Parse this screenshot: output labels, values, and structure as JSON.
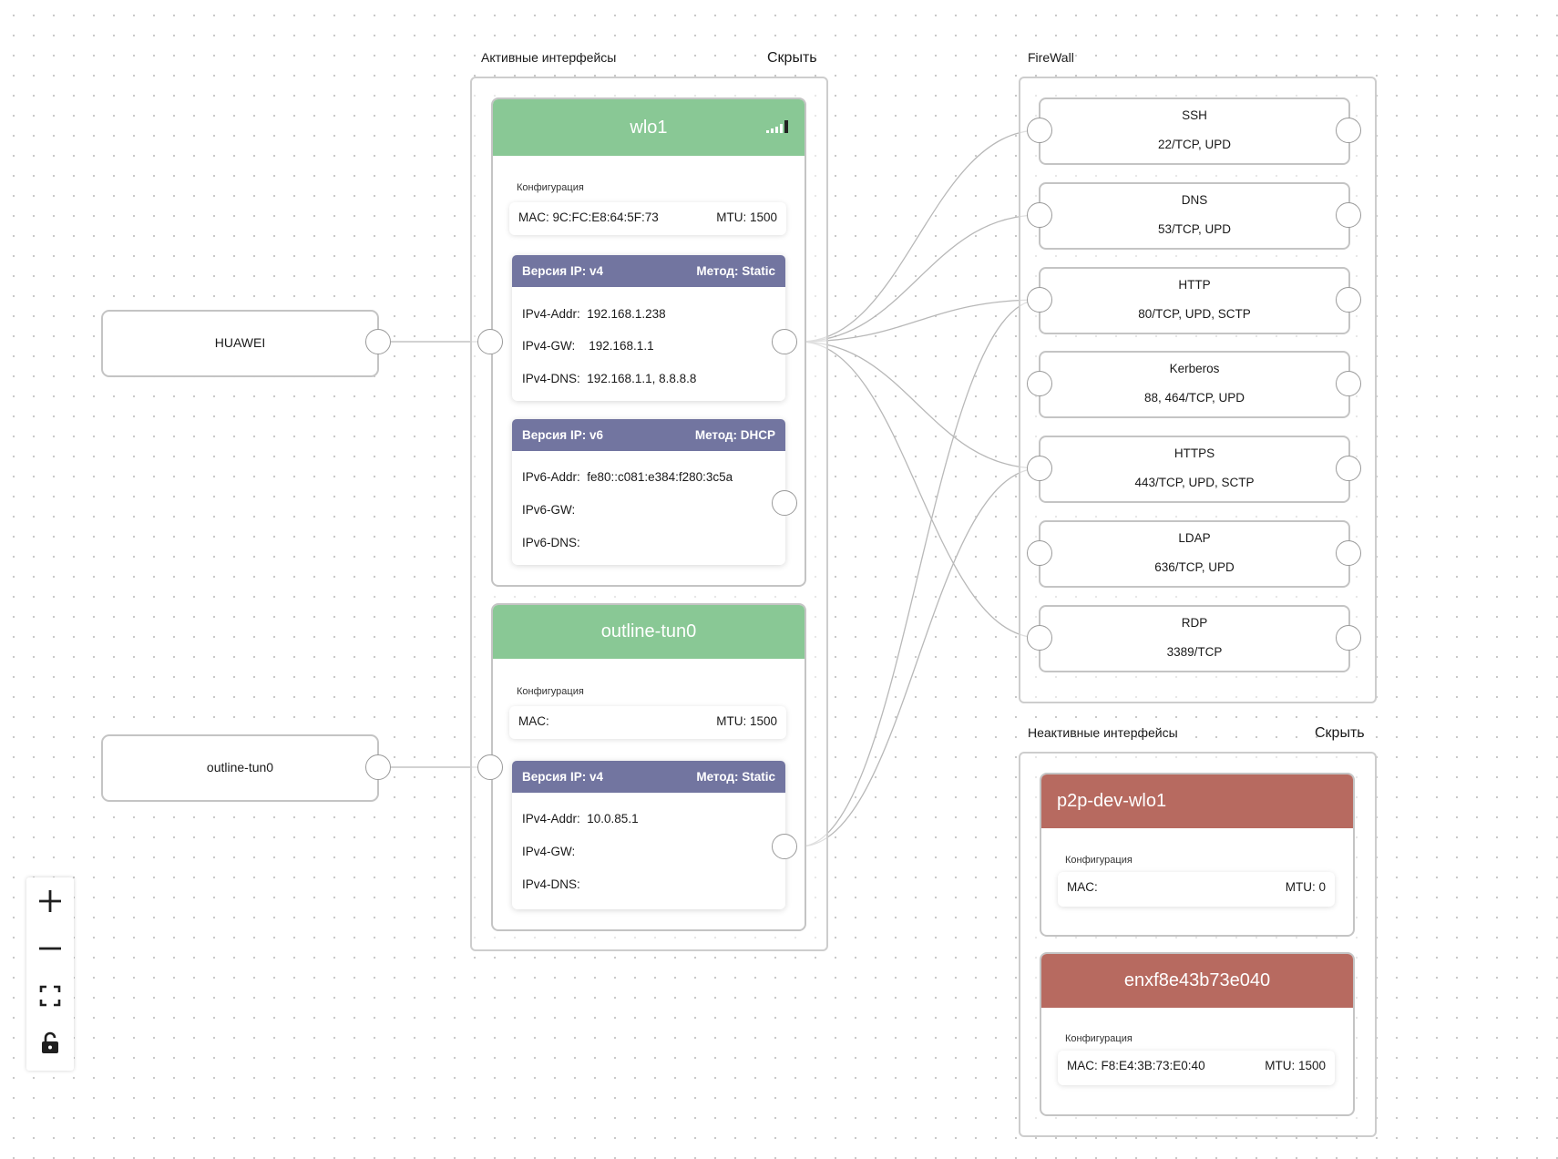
{
  "sources": {
    "huawei": "HUAWEI",
    "outline": "outline-tun0"
  },
  "active_group": {
    "title": "Активные интерфейсы",
    "hide_label": "Скрыть",
    "interfaces": [
      {
        "name": "wlo1",
        "signal_icon": "signal-bars-icon",
        "config_label": "Конфигурация",
        "mac": "MAC:  9C:FC:E8:64:5F:73",
        "mtu": "MTU:  1500",
        "ips": [
          {
            "version": "Версия IP:  v4",
            "method": "Метод:  Static",
            "lines": [
              "IPv4-Addr:  192.168.1.238",
              "IPv4-GW:    192.168.1.1",
              "IPv4-DNS:  192.168.1.1, 8.8.8.8"
            ]
          },
          {
            "version": "Версия IP:  v6",
            "method": "Метод:  DHCP",
            "lines": [
              "IPv6-Addr:  fe80::c081:e384:f280:3c5a",
              "IPv6-GW:",
              "IPv6-DNS:"
            ]
          }
        ]
      },
      {
        "name": "outline-tun0",
        "config_label": "Конфигурация",
        "mac": "MAC:",
        "mtu": "MTU:  1500",
        "ips": [
          {
            "version": "Версия IP:  v4",
            "method": "Метод:  Static",
            "lines": [
              "IPv4-Addr:  10.0.85.1",
              "IPv4-GW:",
              "IPv4-DNS:"
            ]
          }
        ]
      }
    ]
  },
  "firewall": {
    "title": "FireWall",
    "rules": [
      {
        "name": "SSH",
        "ports": "22/TCP, UPD"
      },
      {
        "name": "DNS",
        "ports": "53/TCP, UPD"
      },
      {
        "name": "HTTP",
        "ports": "80/TCP, UPD, SCTP"
      },
      {
        "name": "Kerberos",
        "ports": "88, 464/TCP, UPD"
      },
      {
        "name": "HTTPS",
        "ports": "443/TCP, UPD, SCTP"
      },
      {
        "name": "LDAP",
        "ports": "636/TCP, UPD"
      },
      {
        "name": "RDP",
        "ports": "3389/TCP"
      }
    ]
  },
  "inactive_group": {
    "title": "Неактивные интерфейсы",
    "hide_label": "Скрыть",
    "interfaces": [
      {
        "name": "p2p-dev-wlo1",
        "config_label": "Конфигурация",
        "mac": "MAC:",
        "mtu": "MTU:  0"
      },
      {
        "name": "enxf8e43b73e040",
        "config_label": "Конфигурация",
        "mac": "MAC:  F8:E4:3B:73:E0:40",
        "mtu": "MTU:  1500"
      }
    ]
  },
  "controls": {
    "zoom_in": "plus-icon",
    "zoom_out": "minus-icon",
    "fit_view": "fit-view-icon",
    "lock": "unlock-icon"
  },
  "colors": {
    "active_header": "#89c895",
    "inactive_header": "#b76a60",
    "ip_header": "#7275a0",
    "edge": "#b5b5b5"
  }
}
